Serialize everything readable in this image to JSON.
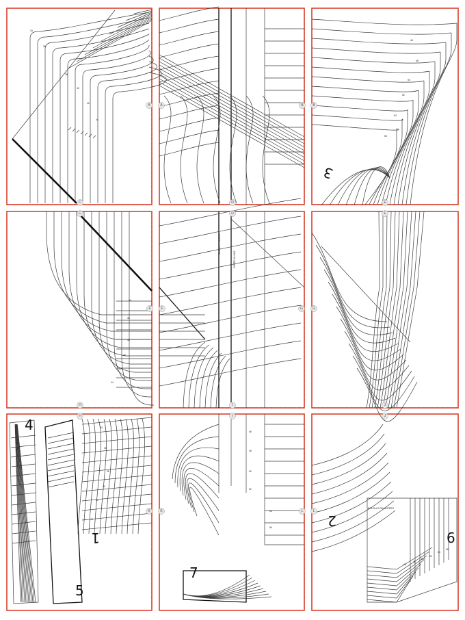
{
  "tile_letters": [
    "A",
    "B",
    "C",
    "D",
    "E",
    "F",
    "G",
    "H",
    "I",
    "J",
    "K",
    "L"
  ],
  "piece_numbers": [
    "1",
    "2",
    "3",
    "4",
    "5",
    "6",
    "7"
  ],
  "size_labels": [
    "34",
    "36",
    "38",
    "40",
    "42",
    "44",
    "46",
    "48",
    "50",
    "52",
    "54",
    "56"
  ],
  "texts": {
    "grain_label": "BOLSILLO DELANTERO",
    "vertical_label_1": "MODELO TRASERO",
    "vertical_label_2": "CORTE AL HILO"
  },
  "colors": {
    "frame": "#d9412f",
    "line": "#3a3a3a",
    "ink": "#111111"
  }
}
